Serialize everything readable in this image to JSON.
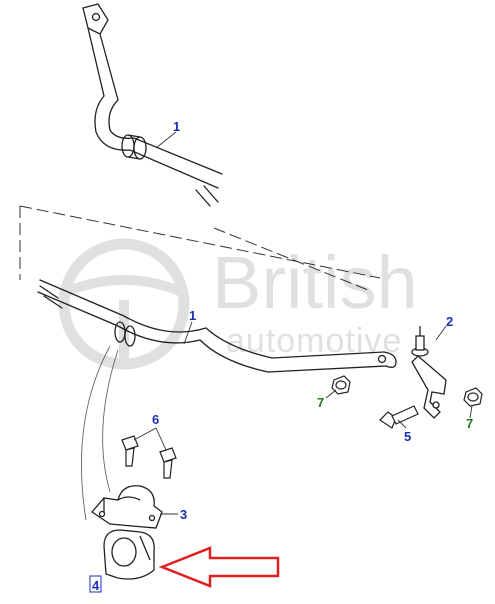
{
  "watermark": {
    "brand": "British",
    "tagline": "automotive"
  },
  "callouts": [
    {
      "id": "c1a",
      "label": "1",
      "color": "#1a2fb0"
    },
    {
      "id": "c1b",
      "label": "1",
      "color": "#1a2fb0"
    },
    {
      "id": "c2",
      "label": "2",
      "color": "#1a2fb0"
    },
    {
      "id": "c3",
      "label": "3",
      "color": "#1a2fb0"
    },
    {
      "id": "c4",
      "label": "4",
      "color": "#1a2fb0",
      "selected": true
    },
    {
      "id": "c5",
      "label": "5",
      "color": "#1a2fb0"
    },
    {
      "id": "c6",
      "label": "6",
      "color": "#1a2fb0"
    },
    {
      "id": "c7a",
      "label": "7",
      "color": "#1e7a1e"
    },
    {
      "id": "c7b",
      "label": "7",
      "color": "#1e7a1e"
    }
  ],
  "highlight_arrow_color": "#e02020",
  "line_color": "#222222",
  "watermark_color": "#c8c8c8"
}
